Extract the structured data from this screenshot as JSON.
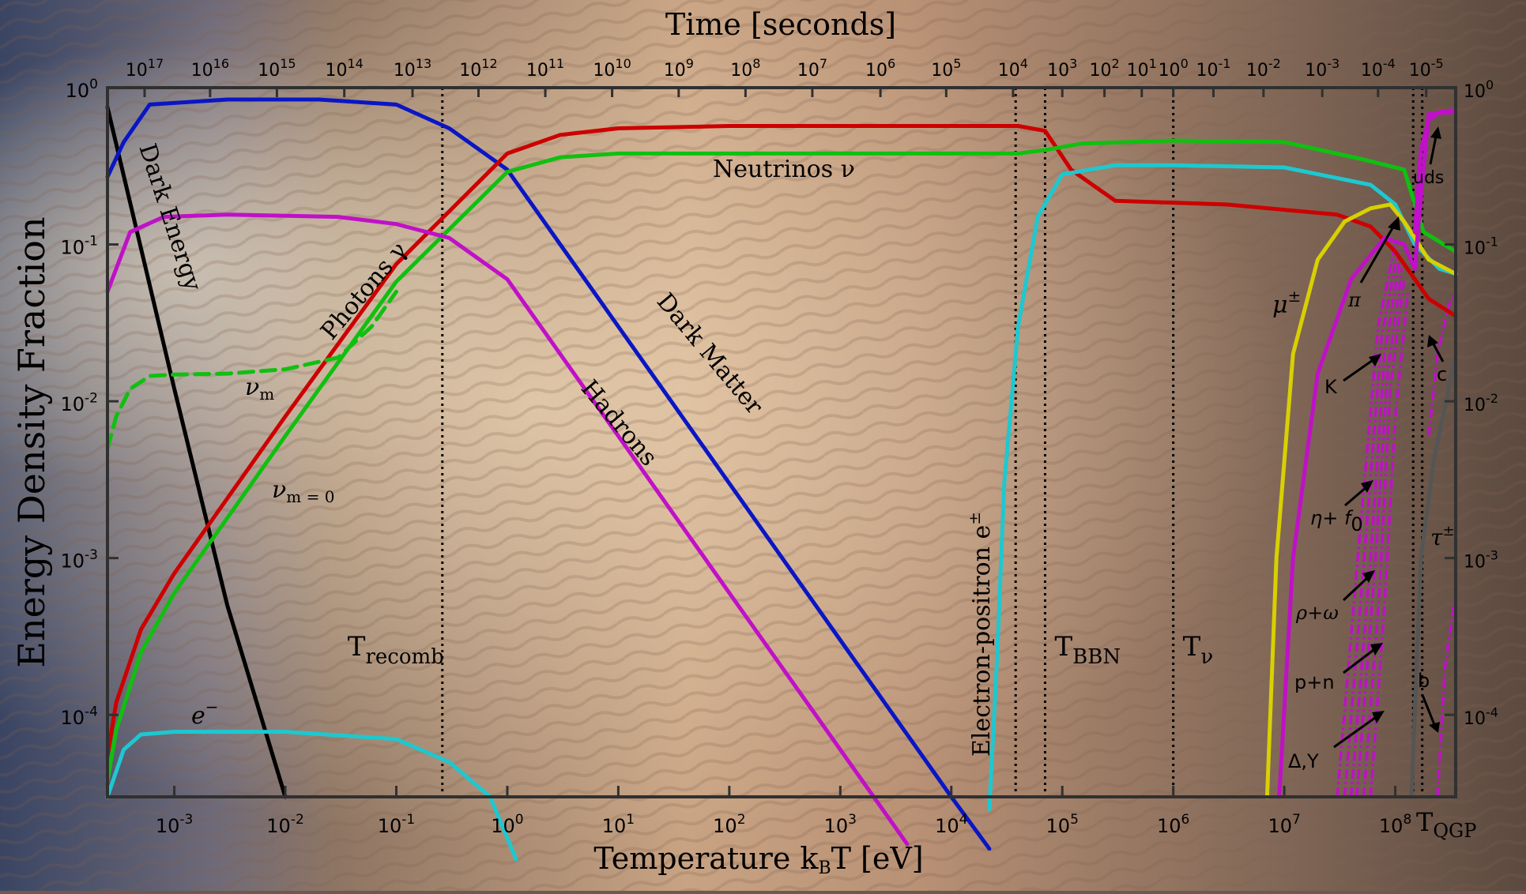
{
  "chart_data": {
    "type": "line",
    "x_scale": "log",
    "y_scale": "log",
    "xlim": [
      0.00025,
      350000000
    ],
    "ylim": [
      3e-05,
      1
    ],
    "grid": false,
    "title": "",
    "xlabel": "Temperature k",
    "xlabel_sub": "B",
    "xlabel_tail": "T [eV]",
    "ylabel": "Energy Density Fraction",
    "x2label": "Time [seconds]",
    "x_ticks": [
      {
        "v": 0.001,
        "label": "10^-3"
      },
      {
        "v": 0.01,
        "label": "10^-2"
      },
      {
        "v": 0.1,
        "label": "10^-1"
      },
      {
        "v": 1,
        "label": "10^0"
      },
      {
        "v": 10,
        "label": "10^1"
      },
      {
        "v": 100,
        "label": "10^2"
      },
      {
        "v": 1000,
        "label": "10^3"
      },
      {
        "v": 10000,
        "label": "10^4"
      },
      {
        "v": 100000,
        "label": "10^5"
      },
      {
        "v": 1000000,
        "label": "10^6"
      },
      {
        "v": 10000000,
        "label": "10^7"
      },
      {
        "v": 100000000,
        "label": "10^8"
      }
    ],
    "y_ticks": [
      {
        "v": 0.0001,
        "label": "10^-4"
      },
      {
        "v": 0.001,
        "label": "10^-3"
      },
      {
        "v": 0.01,
        "label": "10^-2"
      },
      {
        "v": 0.1,
        "label": "10^-1"
      },
      {
        "v": 1,
        "label": "10^0"
      }
    ],
    "time_ticks": [
      {
        "x": 0.00054,
        "label": "10^17"
      },
      {
        "x": 0.0021,
        "label": "10^16"
      },
      {
        "x": 0.0084,
        "label": "10^15"
      },
      {
        "x": 0.034,
        "label": "10^14"
      },
      {
        "x": 0.14,
        "label": "10^13"
      },
      {
        "x": 0.55,
        "label": "10^12"
      },
      {
        "x": 2.2,
        "label": "10^11"
      },
      {
        "x": 8.8,
        "label": "10^10"
      },
      {
        "x": 35,
        "label": "10^9"
      },
      {
        "x": 140,
        "label": "10^8"
      },
      {
        "x": 560,
        "label": "10^7"
      },
      {
        "x": 2300,
        "label": "10^6"
      },
      {
        "x": 9000,
        "label": "10^5"
      },
      {
        "x": 36000,
        "label": "10^4"
      },
      {
        "x": 100000,
        "label": "10^3"
      },
      {
        "x": 240000,
        "label": "10^2"
      },
      {
        "x": 520000,
        "label": "10^1"
      },
      {
        "x": 1000000,
        "label": "10^0"
      },
      {
        "x": 2300000,
        "label": "10^-1"
      },
      {
        "x": 6500000,
        "label": "10^-2"
      },
      {
        "x": 22000000,
        "label": "10^-3"
      },
      {
        "x": 70000000,
        "label": "10^-4"
      },
      {
        "x": 190000000,
        "label": "10^-5"
      }
    ],
    "vlines": [
      {
        "x": 0.26,
        "label": "T",
        "sub": "recomb"
      },
      {
        "x": 38000,
        "label": "",
        "sub": ""
      },
      {
        "x": 70000,
        "label": "T",
        "sub": "BBN"
      },
      {
        "x": 1000000,
        "label": "T",
        "sub": "ν"
      },
      {
        "x": 145000000,
        "label": "",
        "sub": ""
      },
      {
        "x": 175000000,
        "label": "",
        "sub": ""
      }
    ],
    "qgp_label": "T",
    "qgp_sub": "QGP",
    "series": [
      {
        "key": "dark_energy",
        "name": "Dark Energy",
        "color": "#000000",
        "dash": false,
        "x": [
          0.00025,
          0.001,
          0.003,
          0.01
        ],
        "y": [
          0.75,
          0.012,
          0.0005,
          3e-05
        ]
      },
      {
        "key": "dark_matter",
        "name": "Dark Matter",
        "color": "#0a16c4",
        "dash": false,
        "x": [
          0.00025,
          0.00035,
          0.0006,
          0.003,
          0.02,
          0.1,
          0.3,
          1,
          3,
          10,
          100,
          1000,
          10000,
          22000
        ],
        "y": [
          0.27,
          0.45,
          0.78,
          0.84,
          0.84,
          0.78,
          0.55,
          0.3,
          0.1,
          0.03,
          0.003,
          0.0003,
          3e-05,
          1.4e-05
        ]
      },
      {
        "key": "photons",
        "name": "Photons γ",
        "color": "#cc0000",
        "dash": false,
        "x": [
          0.00025,
          0.0003,
          0.0005,
          0.001,
          0.01,
          0.1,
          1,
          3,
          10,
          100,
          40000,
          70000,
          120000,
          300000,
          3000000,
          30000000,
          60000000,
          100000000,
          200000000,
          350000000
        ],
        "y": [
          5.5e-05,
          0.00012,
          0.00035,
          0.0008,
          0.008,
          0.075,
          0.38,
          0.5,
          0.55,
          0.57,
          0.57,
          0.53,
          0.3,
          0.19,
          0.18,
          0.155,
          0.13,
          0.09,
          0.045,
          0.035
        ]
      },
      {
        "key": "neutrinos",
        "name": "Neutrinos ν",
        "color": "#10c010",
        "dash": false,
        "x": [
          0.00025,
          0.0003,
          0.0005,
          0.001,
          0.01,
          0.1,
          1,
          3,
          10,
          100,
          40000,
          70000,
          150000,
          1000000,
          10000000,
          50000000,
          120000000,
          180000000,
          350000000
        ],
        "y": [
          3.8e-05,
          8e-05,
          0.00025,
          0.0006,
          0.006,
          0.058,
          0.29,
          0.36,
          0.38,
          0.38,
          0.38,
          0.4,
          0.44,
          0.46,
          0.45,
          0.35,
          0.3,
          0.12,
          0.09
        ]
      },
      {
        "key": "nu_m",
        "name": "ν_m",
        "color": "#10c010",
        "dash": true,
        "x": [
          0.00025,
          0.0003,
          0.0004,
          0.0006,
          0.001,
          0.003,
          0.01,
          0.03,
          0.06,
          0.1
        ],
        "y": [
          0.005,
          0.008,
          0.012,
          0.0145,
          0.0148,
          0.015,
          0.016,
          0.019,
          0.03,
          0.05
        ]
      },
      {
        "key": "hadrons",
        "name": "Hadrons",
        "color": "#c010c8",
        "dash": false,
        "x": [
          0.00025,
          0.0004,
          0.0008,
          0.003,
          0.03,
          0.1,
          0.3,
          1,
          3,
          10,
          100,
          1000,
          4000
        ],
        "y": [
          0.05,
          0.12,
          0.15,
          0.155,
          0.15,
          0.135,
          0.11,
          0.06,
          0.02,
          0.006,
          0.0006,
          6e-05,
          1.5e-05
        ]
      },
      {
        "key": "electrons",
        "name": "e⁻",
        "color": "#1ec8d0",
        "dash": false,
        "x": [
          0.00025,
          0.00035,
          0.0005,
          0.001,
          0.01,
          0.1,
          0.3,
          0.7,
          1.2
        ],
        "y": [
          3e-05,
          6e-05,
          7.5e-05,
          7.8e-05,
          7.8e-05,
          7e-05,
          5e-05,
          3e-05,
          1.2e-05
        ]
      },
      {
        "key": "electron_positron",
        "name": "Electron-positron e±",
        "color": "#1ec8d0",
        "dash": false,
        "x": [
          22000,
          26000,
          30000,
          40000,
          60000,
          100000,
          300000,
          1000000,
          10000000,
          60000000,
          100000000,
          150000000,
          250000000,
          350000000
        ],
        "y": [
          2.5e-05,
          0.00025,
          0.003,
          0.03,
          0.15,
          0.28,
          0.32,
          0.32,
          0.31,
          0.24,
          0.18,
          0.1,
          0.07,
          0.065
        ]
      },
      {
        "key": "muons",
        "name": "μ±",
        "color": "#d8d000",
        "dash": false,
        "x": [
          7000000,
          8500000,
          12000000,
          20000000,
          35000000,
          60000000,
          90000000,
          120000000,
          200000000,
          350000000
        ],
        "y": [
          3e-05,
          0.001,
          0.02,
          0.08,
          0.14,
          0.17,
          0.18,
          0.14,
          0.08,
          0.065
        ]
      },
      {
        "key": "pions",
        "name": "π",
        "color": "#c010c8",
        "dash": false,
        "x": [
          9000000,
          12000000,
          20000000,
          40000000,
          80000000,
          120000000,
          150000000,
          170000000,
          200000000,
          350000000
        ],
        "y": [
          3e-05,
          0.001,
          0.015,
          0.06,
          0.11,
          0.1,
          0.07,
          0.2,
          0.68,
          0.7
        ]
      },
      {
        "key": "uds",
        "name": "uds",
        "color": "#c010c8",
        "dash": false,
        "x": [
          150000000,
          170000000,
          200000000,
          250000000,
          350000000
        ],
        "y": [
          0.12,
          0.4,
          0.62,
          0.7,
          0.72
        ]
      },
      {
        "key": "tau",
        "name": "τ±",
        "color": "#555555",
        "dash": false,
        "x": [
          140000000,
          170000000,
          220000000,
          350000000
        ],
        "y": [
          3e-05,
          0.001,
          0.004,
          0.02
        ]
      }
    ],
    "dashed_hadron_curves": [
      {
        "x": [
          30000000,
          50000000,
          70000000,
          100000000
        ],
        "y": [
          3e-05,
          0.002,
          0.03,
          0.1
        ]
      },
      {
        "x": [
          35000000,
          55000000,
          75000000,
          105000000
        ],
        "y": [
          3e-05,
          0.0015,
          0.025,
          0.09
        ]
      },
      {
        "x": [
          40000000,
          60000000,
          80000000,
          110000000
        ],
        "y": [
          3e-05,
          0.001,
          0.02,
          0.08
        ]
      },
      {
        "x": [
          45000000,
          65000000,
          85000000,
          115000000
        ],
        "y": [
          3e-05,
          0.0008,
          0.015,
          0.07
        ]
      },
      {
        "x": [
          52000000,
          72000000,
          90000000,
          120000000
        ],
        "y": [
          3e-05,
          0.0006,
          0.012,
          0.06
        ]
      },
      {
        "x": [
          60000000,
          80000000,
          100000000,
          130000000
        ],
        "y": [
          3e-05,
          0.0005,
          0.008,
          0.05
        ]
      },
      {
        "x": [
          240000000,
          280000000,
          350000000
        ],
        "y": [
          3e-05,
          0.0002,
          0.0006
        ]
      },
      {
        "x": [
          200000000,
          240000000,
          300000000,
          350000000
        ],
        "y": [
          0.006,
          0.02,
          0.04,
          0.05
        ]
      }
    ],
    "labels": {
      "dark_energy": "Dark Energy",
      "dark_matter": "Dark Matter",
      "photons": "Photons γ",
      "neutrinos": "Neutrinos ν",
      "hadrons": "Hadrons",
      "nu_m": "ν",
      "nu_m_sub": "m",
      "nu_m0": "ν",
      "nu_m0_sub": "m = 0",
      "electron": "e",
      "electron_sup": "−",
      "electron_positron": "Electron-positron e",
      "electron_positron_sup": "±",
      "muon": "μ",
      "muon_sup": "±",
      "pion": "π",
      "kaon": "K",
      "eta": "η+ f",
      "eta_sub": "0",
      "rho": "ρ+ω",
      "pn": "p+n",
      "delta": "Δ,Y",
      "uds": "uds",
      "charm": "c",
      "bottom": "b",
      "tau": "τ",
      "tau_sup": "±"
    }
  }
}
